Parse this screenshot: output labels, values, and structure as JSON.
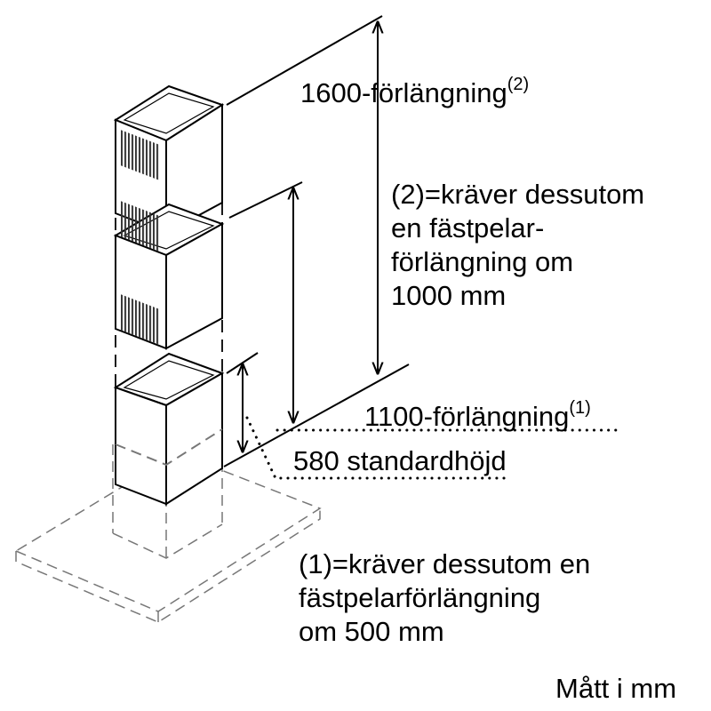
{
  "labels": {
    "ext1600": "1600-förlängning",
    "ext1600_note": "(2)",
    "note2": [
      "(2)=kräver dessutom",
      "en fästpelar-",
      "förlängning om",
      "1000 mm"
    ],
    "ext1100": "1100-förlängning",
    "ext1100_note": "(1)",
    "standard": "580 standardhöjd",
    "note1": [
      "(1)=kräver dessutom en",
      "fästpelarförlängning",
      "om 500 mm"
    ],
    "units": "Mått i mm"
  }
}
